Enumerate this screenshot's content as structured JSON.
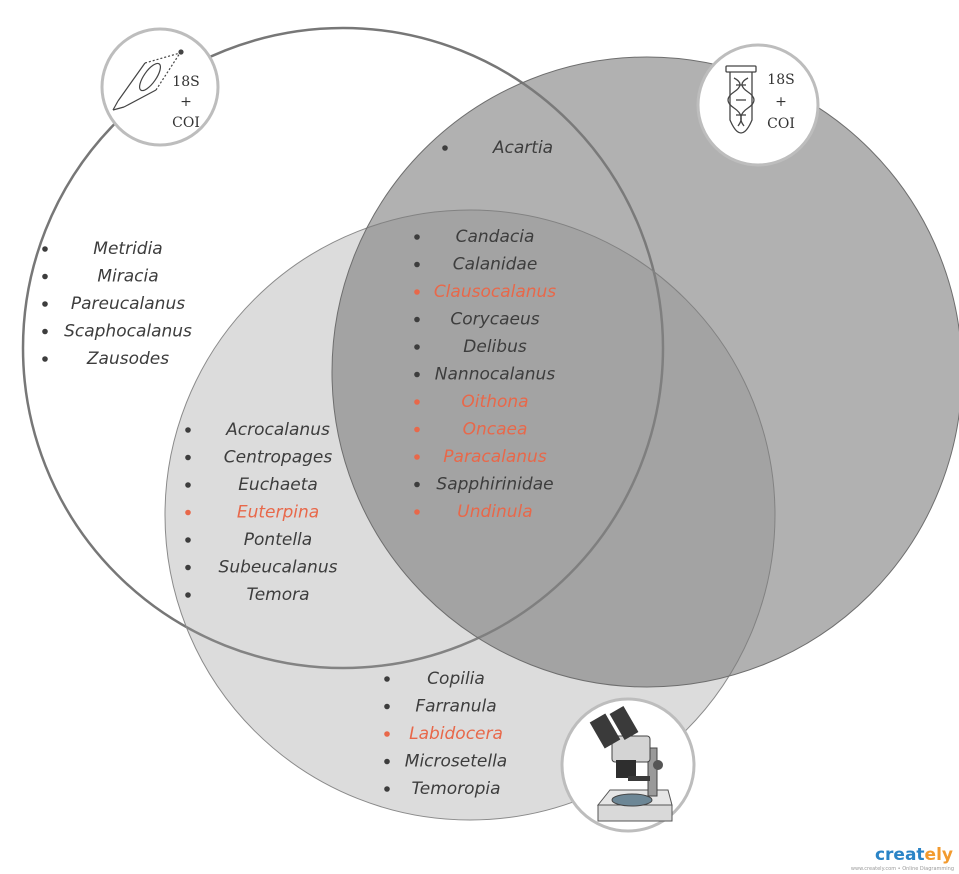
{
  "colors": {
    "normal": "#3d3d3d",
    "highlight": "#e8684a",
    "circle_outline": "#777777",
    "light_fill": "#dddddd",
    "dark_fill": "#9a9a9a",
    "logo_blue": "#2b84c6",
    "logo_orange": "#f29a2e"
  },
  "badges": {
    "net": {
      "icon": "plankton-net-icon",
      "line1": "18S",
      "line2": "+",
      "line3": "COI"
    },
    "tube": {
      "icon": "dna-tube-icon",
      "line1": "18S",
      "line2": "+",
      "line3": "COI"
    },
    "microscope": {
      "icon": "microscope-icon"
    }
  },
  "groups": {
    "net_only": [
      {
        "name": "Metridia",
        "highlight": false
      },
      {
        "name": "Miracia",
        "highlight": false
      },
      {
        "name": "Pareucalanus",
        "highlight": false
      },
      {
        "name": "Scaphocalanus",
        "highlight": false
      },
      {
        "name": "Zausodes",
        "highlight": false
      }
    ],
    "net_tube": [
      {
        "name": "Acartia",
        "highlight": false
      }
    ],
    "all_three": [
      {
        "name": "Candacia",
        "highlight": false
      },
      {
        "name": "Calanidae",
        "highlight": false
      },
      {
        "name": "Clausocalanus",
        "highlight": true
      },
      {
        "name": "Corycaeus",
        "highlight": false
      },
      {
        "name": "Delibus",
        "highlight": false
      },
      {
        "name": "Nannocalanus",
        "highlight": false
      },
      {
        "name": "Oithona",
        "highlight": true
      },
      {
        "name": "Oncaea",
        "highlight": true
      },
      {
        "name": "Paracalanus",
        "highlight": true
      },
      {
        "name": "Sapphirinidae",
        "highlight": false
      },
      {
        "name": "Undinula",
        "highlight": true
      }
    ],
    "net_microscope": [
      {
        "name": "Acrocalanus",
        "highlight": false
      },
      {
        "name": "Centropages",
        "highlight": false
      },
      {
        "name": "Euchaeta",
        "highlight": false
      },
      {
        "name": "Euterpina",
        "highlight": true
      },
      {
        "name": "Pontella",
        "highlight": false
      },
      {
        "name": "Subeucalanus",
        "highlight": false
      },
      {
        "name": "Temora",
        "highlight": false
      }
    ],
    "microscope_only": [
      {
        "name": "Copilia",
        "highlight": false
      },
      {
        "name": "Farranula",
        "highlight": false
      },
      {
        "name": "Labidocera",
        "highlight": true
      },
      {
        "name": "Microsetella",
        "highlight": false
      },
      {
        "name": "Temoropia",
        "highlight": false
      }
    ]
  },
  "watermark": {
    "logo_main": "creat",
    "logo_accent": "ely",
    "fine_print": "www.creately.com • Online Diagramming"
  }
}
